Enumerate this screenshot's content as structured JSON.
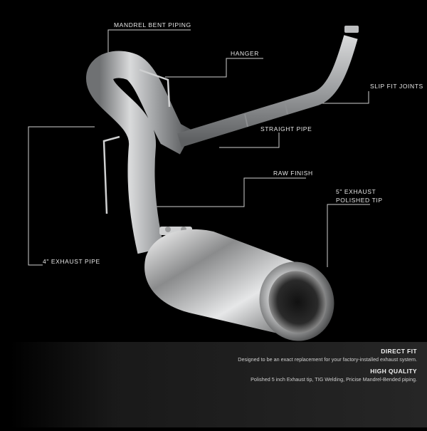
{
  "callouts": {
    "mandrel": "MANDREL BENT PIPING",
    "hanger": "HANGER",
    "slip_fit": "SLIP FIT JOINTS",
    "straight": "STRAIGHT PIPE",
    "raw_finish": "RAW FINISH",
    "tip_line1": "5\" EXHAUST",
    "tip_line2": "POLISHED TIP",
    "exhaust_pipe": "4\" EXHAUST PIPE"
  },
  "features": [
    {
      "title": "DIRECT FIT",
      "description": "Designed to be an exact replacement for your factory-installed exhaust system."
    },
    {
      "title": "HIGH QUALITY",
      "description": "Polished 5 inch Exhaust tip, TIG Welding, Pricise Mandrel-Bended piping."
    }
  ]
}
